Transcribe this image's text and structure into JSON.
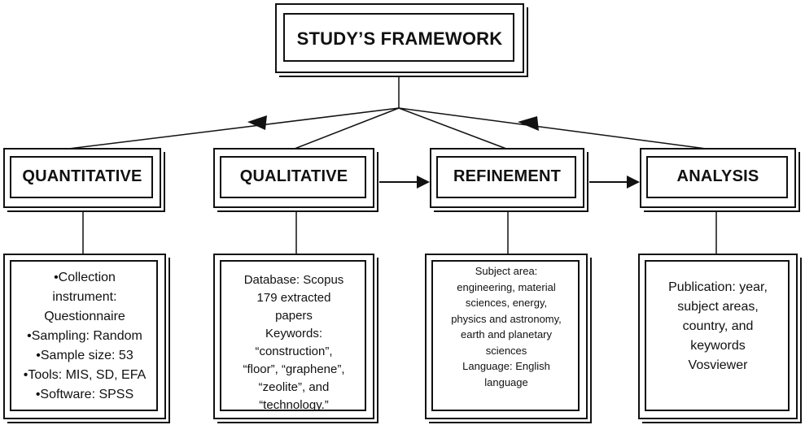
{
  "title": "STUDY’S FRAMEWORK",
  "stages": [
    {
      "heading": "QUANTITATIVE",
      "details": "•Collection\ninstrument:\nQuestionnaire\n•Sampling: Random\n•Sample size: 53\n•Tools: MIS, SD, EFA\n•Software: SPSS"
    },
    {
      "heading": "QUALITATIVE",
      "details": "Database: Scopus\n179 extracted\npapers\nKeywords:\n“construction”,\n“floor”, “graphene”,\n“zeolite”, and\n“technology.”"
    },
    {
      "heading": "REFINEMENT",
      "details": "Subject area:\nengineering, material\nsciences, energy,\nphysics and astronomy,\nearth and planetary\nsciences\nLanguage: English\nlanguage"
    },
    {
      "heading": "ANALYSIS",
      "details": "Publication: year,\nsubject areas,\ncountry, and\nkeywords\nVosviewer"
    }
  ],
  "colors": {
    "line": "#111111",
    "background": "#ffffff"
  }
}
